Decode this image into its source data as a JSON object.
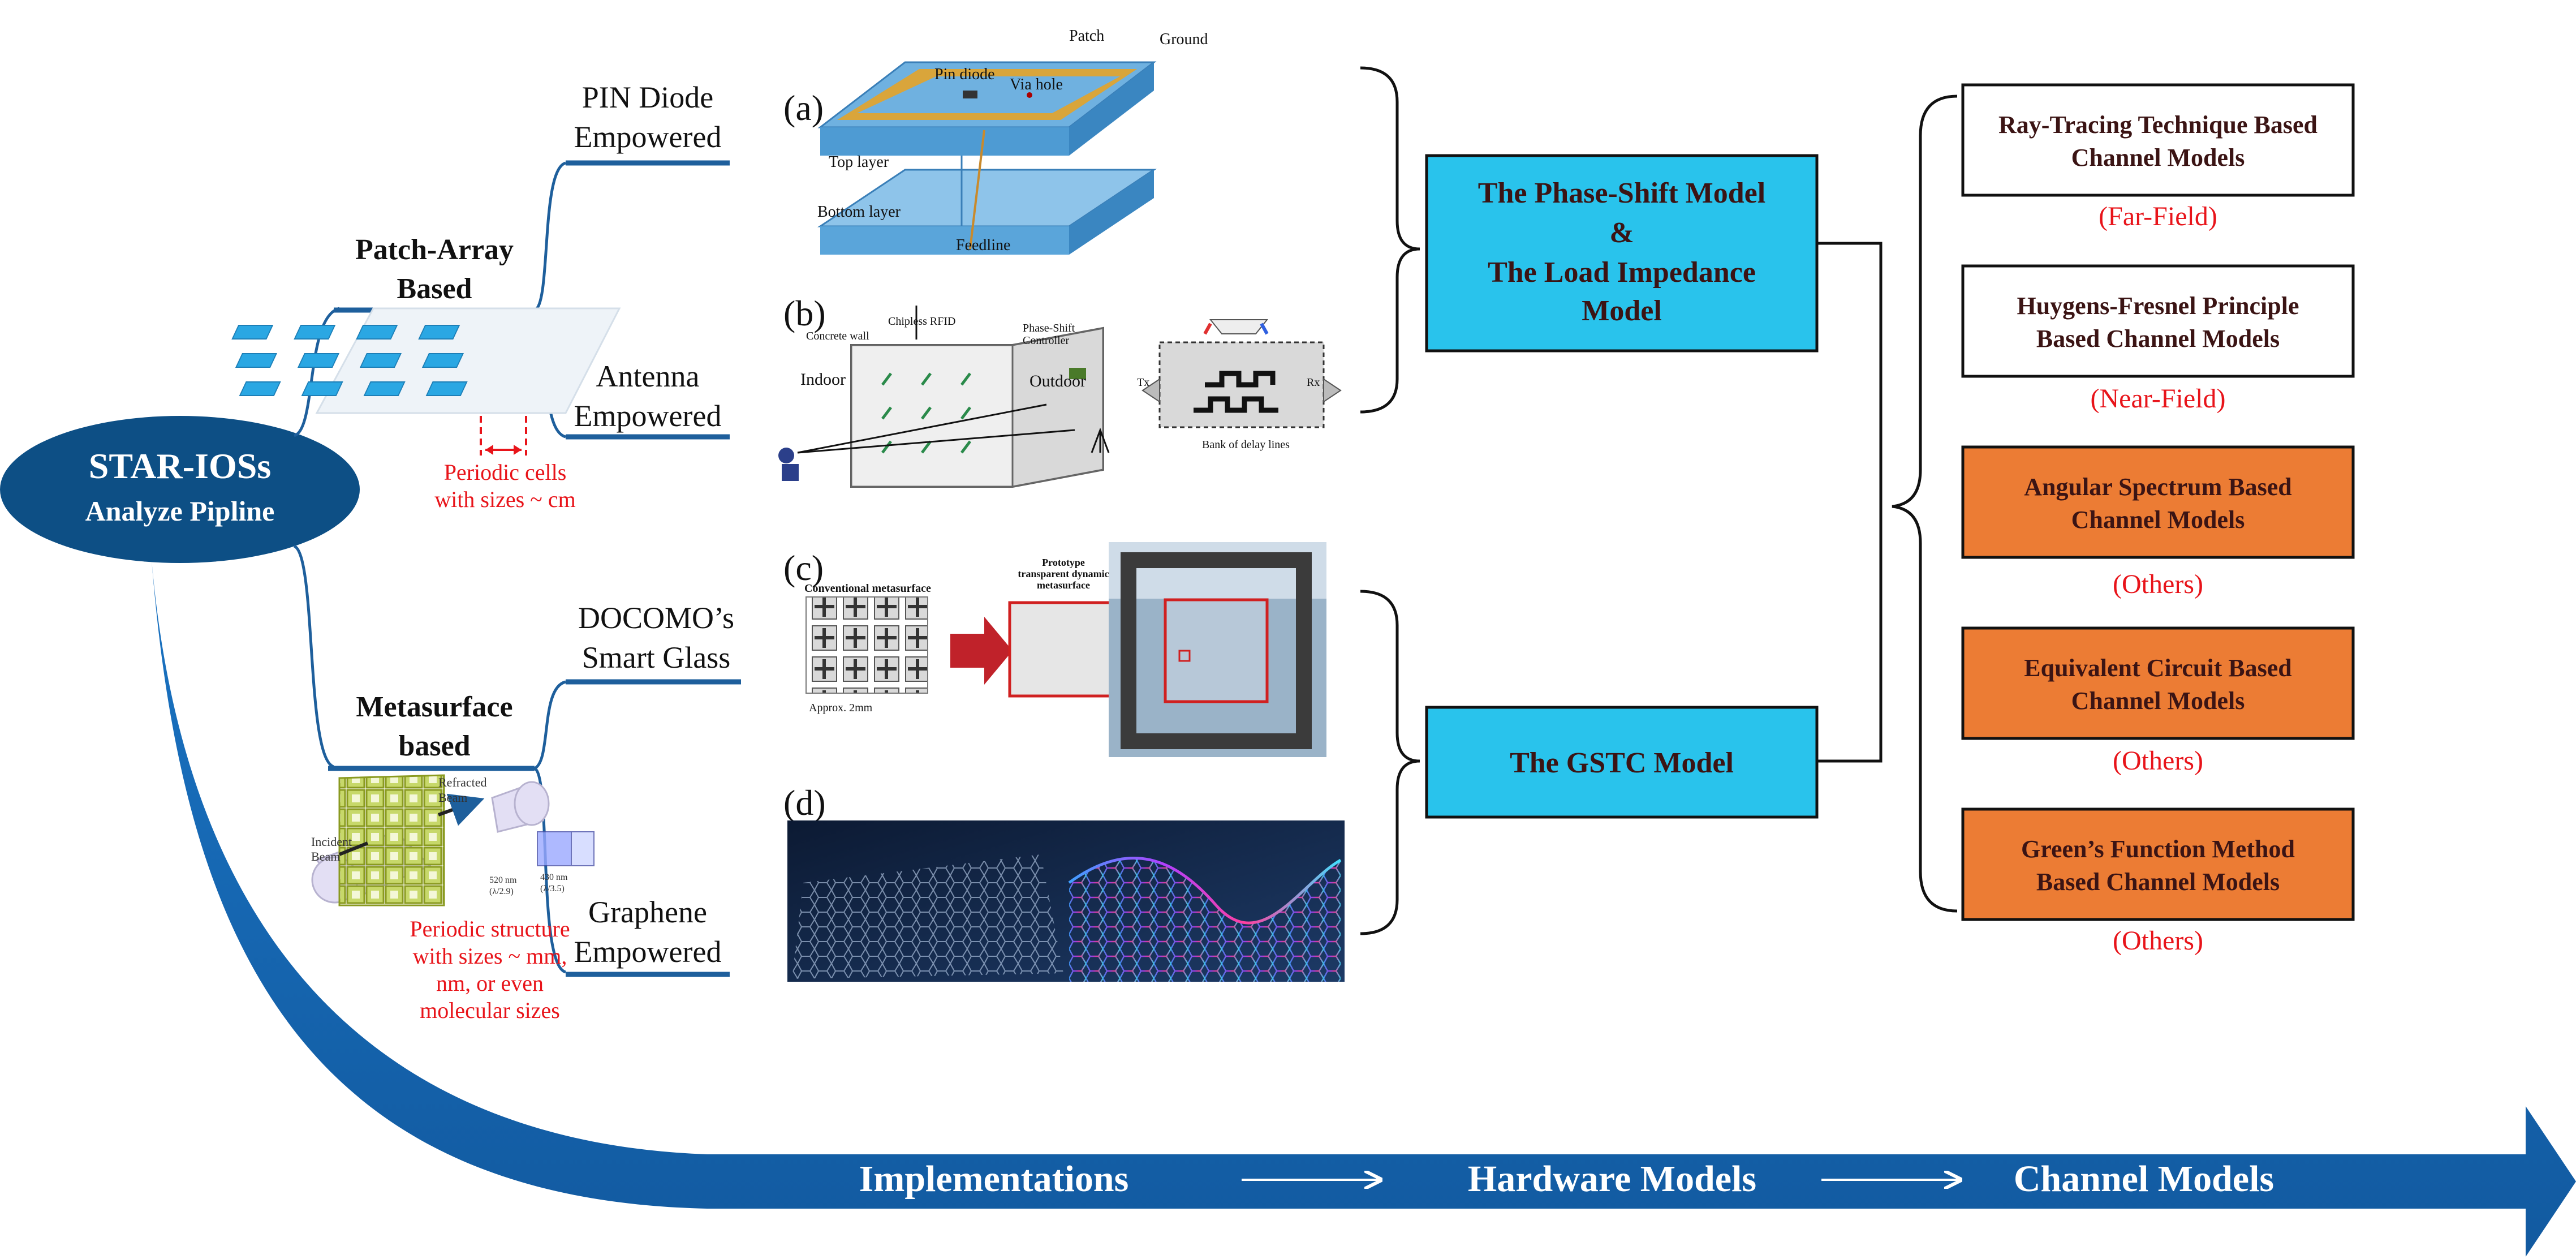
{
  "root": {
    "title": "STAR-IOSs",
    "subtitle": "Analyze Pipline"
  },
  "branches": {
    "patch": {
      "title_line1": "Patch-Array",
      "title_line2": "Based",
      "note_line1": "Periodic cells",
      "note_line2": "with sizes ~ cm"
    },
    "meta": {
      "title_line1": "Metasurface",
      "title_line2": "based",
      "note_line1": "Periodic structure",
      "note_line2": "with sizes ~ mm,",
      "note_line3": "nm, or even",
      "note_line4": "molecular sizes"
    }
  },
  "implementations": {
    "pin": {
      "line1": "PIN Diode",
      "line2": "Empowered"
    },
    "antenna": {
      "line1": "Antenna",
      "line2": "Empowered"
    },
    "docomo": {
      "line1": "DOCOMO’s",
      "line2": "Smart Glass"
    },
    "graphene": {
      "line1": "Graphene",
      "line2": "Empowered"
    }
  },
  "panels": {
    "a": {
      "label": "(a)",
      "patch": "Patch",
      "ground": "Ground",
      "pin_diode": "Pin diode",
      "via_hole": "Via hole",
      "top_layer": "Top layer",
      "bottom_layer": "Bottom layer",
      "feedline": "Feedline"
    },
    "b": {
      "label": "(b)",
      "concrete_wall": "Concrete wall",
      "chipless_rfid": "Chipless RFID",
      "phase_shift_controller_1": "Phase-Shift",
      "phase_shift_controller_2": "Controller",
      "indoor": "Indoor",
      "outdoor": "Outdoor",
      "tx": "Tx",
      "rx": "Rx",
      "bank": "Bank of delay lines"
    },
    "c": {
      "label": "(c)",
      "conventional": "Conventional metasurface",
      "prototype_1": "Prototype",
      "prototype_2": "transparent dynamic",
      "prototype_3": "metasurface",
      "approx": "Approx. 2mm"
    },
    "d": {
      "label": "(d)"
    }
  },
  "meta_image": {
    "refracted_1": "Refracted",
    "refracted_2": "Beam",
    "incident_1": "Incident",
    "incident_2": "Beam",
    "dim_1": "520 nm",
    "dim_2": "(λ/2.9)",
    "dim_3": "430 nm",
    "dim_4": "(λ/3.5)"
  },
  "hardware_models": {
    "phase_shift": {
      "line1": "The Phase-Shift Model",
      "line2": "&",
      "line3": "The Load Impedance",
      "line4": "Model"
    },
    "gstc": {
      "line1": "The GSTC Model"
    }
  },
  "channel_models": [
    {
      "line1": "Ray-Tracing Technique Based",
      "line2": "Channel Models",
      "tag": "(Far-Field)",
      "style": "white"
    },
    {
      "line1": "Huygens-Fresnel Principle",
      "line2": "Based Channel Models",
      "tag": "(Near-Field)",
      "style": "white"
    },
    {
      "line1": "Angular Spectrum Based",
      "line2": "Channel Models",
      "tag": "(Others)",
      "style": "orange"
    },
    {
      "line1": "Equivalent Circuit Based",
      "line2": "Channel Models",
      "tag": "(Others)",
      "style": "orange"
    },
    {
      "line1": "Green’s Function Method",
      "line2": "Based Channel Models",
      "tag": "(Others)",
      "style": "orange"
    }
  ],
  "stages": {
    "implementations": "Implementations",
    "hardware": "Hardware Models",
    "channel": "Channel Models"
  },
  "colors": {
    "primary_blue": "#1e5f9c",
    "cyan_box": "#29c3ec",
    "orange_box": "#ec7c34",
    "red_text": "#e8141a",
    "dark_text": "#3b1414",
    "navy_ellipse": "#0d4f85"
  }
}
